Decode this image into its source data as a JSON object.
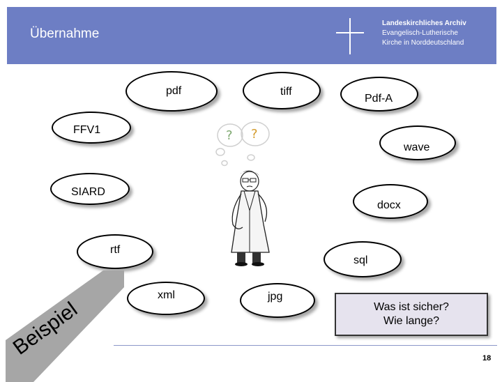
{
  "header": {
    "title": "Übernahme",
    "org_line1": "Landeskirchliches Archiv",
    "org_line2": "Evangelisch-Lutherische",
    "org_line3": "Kirche in Norddeutschland",
    "background": "#6d7ec4"
  },
  "formats": {
    "pdf": "pdf",
    "tiff": "tiff",
    "pdfa": "Pdf-A",
    "ffv1": "FFV1",
    "wave": "wave",
    "siard": "SIARD",
    "docx": "docx",
    "rtf": "rtf",
    "sql": "sql",
    "xml": "xml",
    "jpg": "jpg"
  },
  "banner": {
    "text": "Beispiel",
    "color": "#a6a6a6"
  },
  "question": {
    "line1": "Was ist sicher?",
    "line2": "Wie lange?"
  },
  "thought_marks": [
    "?",
    "?"
  ],
  "page_number": "18"
}
